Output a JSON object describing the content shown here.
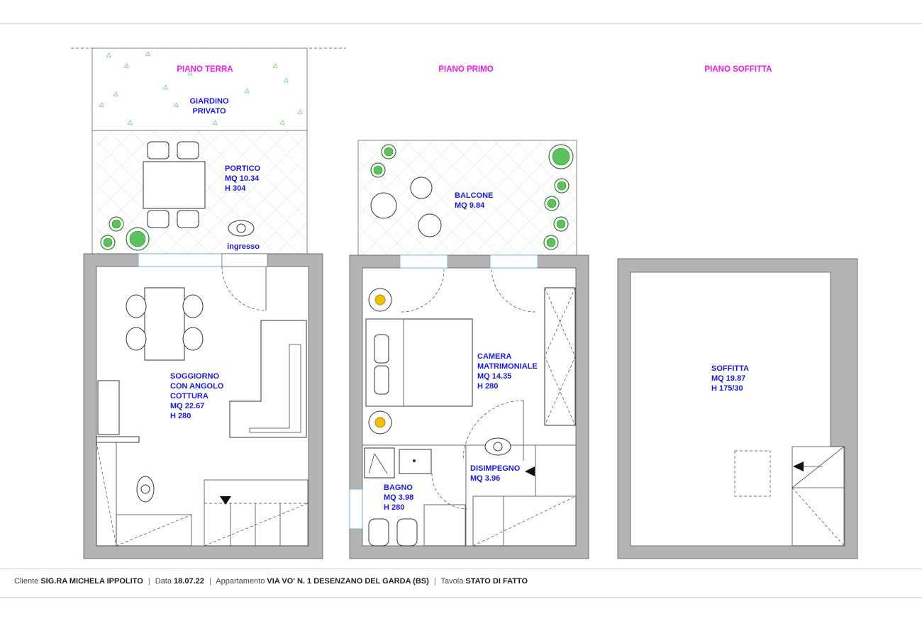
{
  "floors": {
    "ground": {
      "title": "PIANO TERRA",
      "garden": [
        "GIARDINO",
        "PRIVATO"
      ],
      "portico": [
        "PORTICO",
        "MQ 10.34",
        "H 304"
      ],
      "entrance": "ingresso",
      "living": [
        "SOGGIORNO",
        "CON ANGOLO",
        "COTTURA",
        "MQ 22.67",
        "H 280"
      ]
    },
    "first": {
      "title": "PIANO PRIMO",
      "balcony": [
        "BALCONE",
        "MQ 9.84"
      ],
      "bedroom": [
        "CAMERA",
        "MATRIMONIALE",
        "MQ 14.35",
        "H 280"
      ],
      "hallway": [
        "DISIMPEGNO",
        "MQ 3.96"
      ],
      "bathroom": [
        "BAGNO",
        "MQ 3.98",
        "H 280"
      ]
    },
    "attic": {
      "title": "PIANO SOFFITTA",
      "room": [
        "SOFFITTA",
        "MQ 19.87",
        "H 175/30"
      ]
    }
  },
  "footer": {
    "client_label": "Cliente",
    "client_value": "SIG.RA MICHELA  IPPOLITO",
    "date_label": "Data",
    "date_value": "18.07.22",
    "apartment_label": "Appartamento",
    "apartment_value": "VIA VO' N. 1 DESENZANO  DEL GARDA (BS)",
    "sheet_label": "Tavola",
    "sheet_value": "STATO DI FATTO"
  },
  "colors": {
    "floor_title": "#e61ee6",
    "room_label": "#1a1ad6",
    "wall_fill": "#b4b4b4",
    "plant": "#5cc25c",
    "window": "#5ab4dc"
  }
}
